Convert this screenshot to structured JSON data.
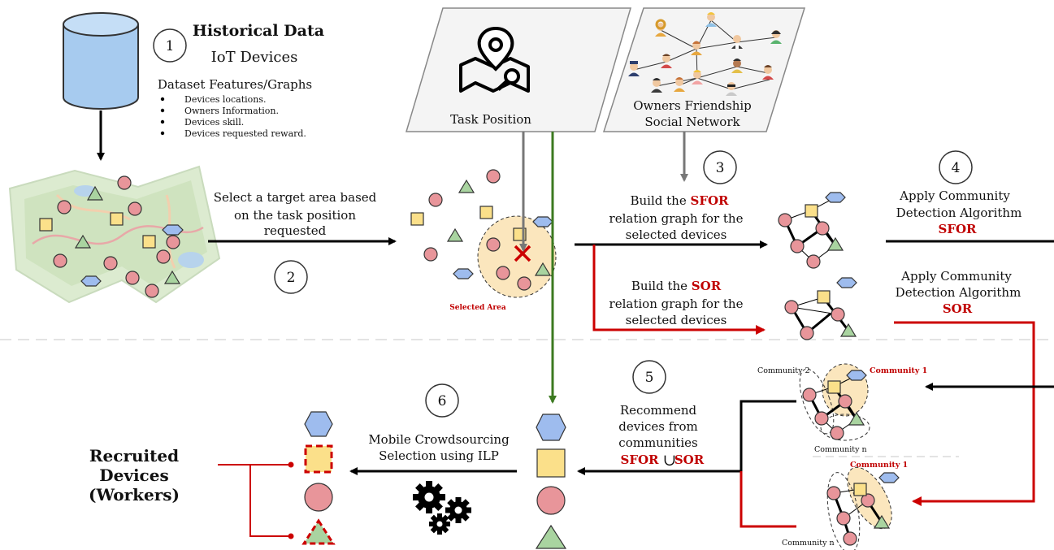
{
  "step1": {
    "number": "1",
    "title": "Historical Data",
    "subtitle": "IoT Devices",
    "features_heading": "Dataset Features/Graphs",
    "features": [
      "Devices locations.",
      "Owners Information.",
      "Devices skill.",
      "Devices requested reward."
    ]
  },
  "step2": {
    "number": "2",
    "line1": "Select a target area based",
    "line2": "on the task position",
    "line3": "requested"
  },
  "task_position": "Task Position",
  "social": {
    "line1": "Owners Friendship",
    "line2": "Social Network"
  },
  "selected_area": "Selected Area",
  "step3": {
    "number": "3",
    "sfor_l1_pre": "Build the ",
    "sfor_l1_key": "SFOR",
    "sfor_l2": "relation graph for the",
    "sfor_l3": "selected devices",
    "sor_l1_pre": "Build the ",
    "sor_l1_key": "SOR",
    "sor_l2": "relation graph for the",
    "sor_l3": "selected devices"
  },
  "step4": {
    "number": "4",
    "sfor_l1": "Apply Community",
    "sfor_l2": "Detection Algorithm",
    "sfor_key": "SFOR",
    "sor_l1": "Apply Community",
    "sor_l2": "Detection Algorithm",
    "sor_key": "SOR"
  },
  "communities": {
    "c2": "Community 2",
    "c1_top": "Community 1",
    "cn_top": "Community n",
    "c1_bottom": "Community 1",
    "cn_bottom": "Community n"
  },
  "step5": {
    "number": "5",
    "l1": "Recommend",
    "l2": "devices from",
    "l3": "communities",
    "key_a": "SFOR",
    "union": "∪",
    "key_b": "SOR"
  },
  "step6": {
    "number": "6",
    "l1": "Mobile Crowdsourcing",
    "l2": "Selection using ILP"
  },
  "recruited": {
    "l1": "Recruited",
    "l2": "Devices",
    "l3": "(Workers)"
  },
  "colors": {
    "red_node": "#e8959a",
    "yellow_node": "#fbe08a",
    "green_node": "#a9d4a0",
    "blue_node": "#9ebcee",
    "red_line": "#cc0000",
    "green_line": "#3c7a20",
    "area_fill": "#fbe6bd"
  }
}
